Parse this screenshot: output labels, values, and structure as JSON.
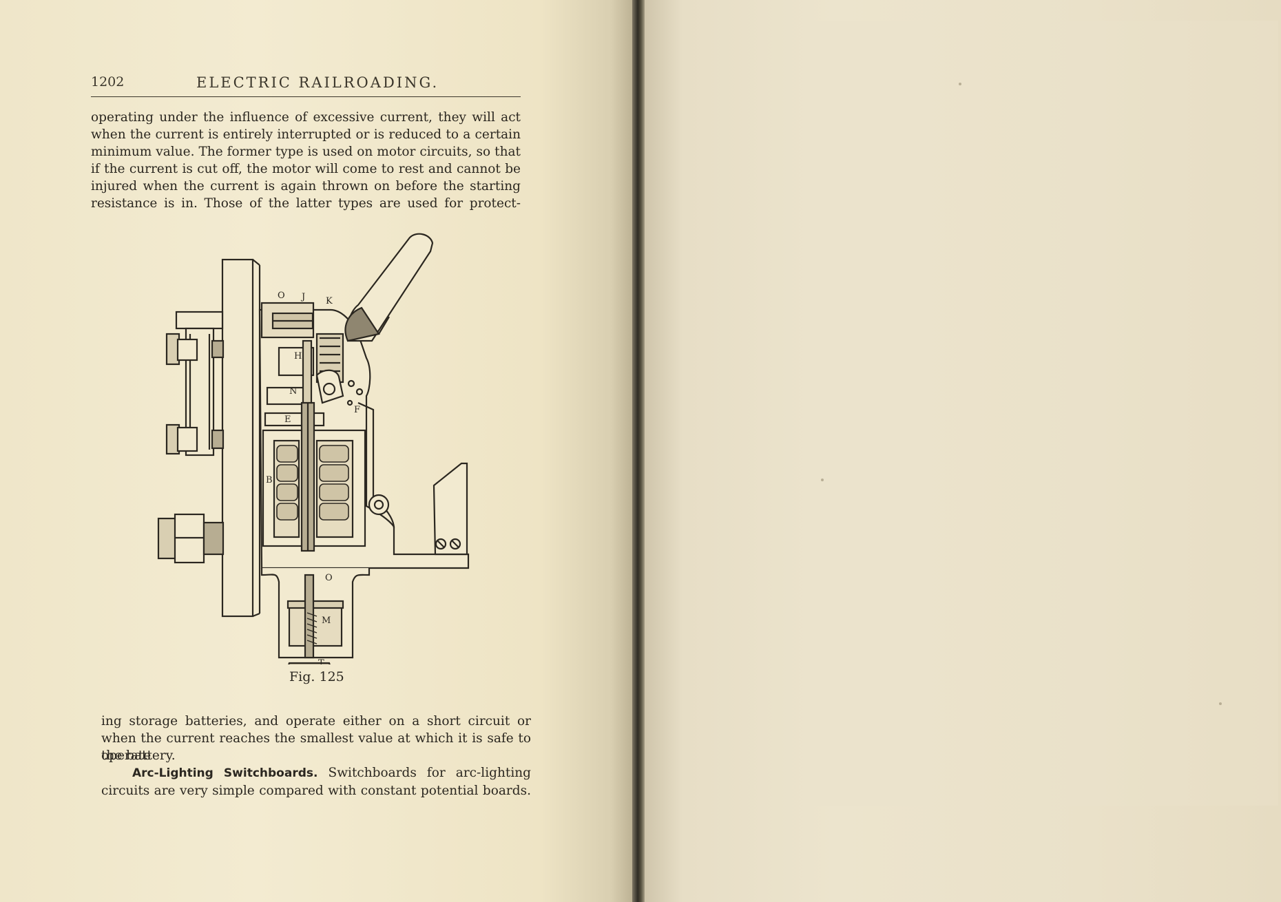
{
  "left_page": {
    "page_number": "1202",
    "running_title": "ELECTRIC RAILROADING.",
    "para_top": "operating under the influence of excessive current, they will act when the current is entirely interrupted or is reduced to a certain minimum value. The former type is used on motor circuits, so that if the current is cut off, the motor will come to rest and cannot be injured when the current is again thrown on before the starting resistance is in. Those of the latter types are used for protect-",
    "para_bottom": "ing storage batteries, and operate either on a short circuit or when the current reaches the smallest value at which it is safe to operate",
    "para_bottom_end": "the battery.",
    "arc_heading": "Arc-Lighting Switchboards.",
    "arc_text": "Switchboards for arc-lighting circuits are very simple compared with constant potential boards.",
    "figure": {
      "caption": "Fig. 125",
      "labels": {
        "o_top": "O",
        "j": "J",
        "k": "K",
        "h": "H",
        "n": "N",
        "e": "E",
        "f": "F",
        "b": "B",
        "o_lower": "O",
        "m": "M",
        "t": "T"
      }
    }
  },
  "right_page": {}
}
